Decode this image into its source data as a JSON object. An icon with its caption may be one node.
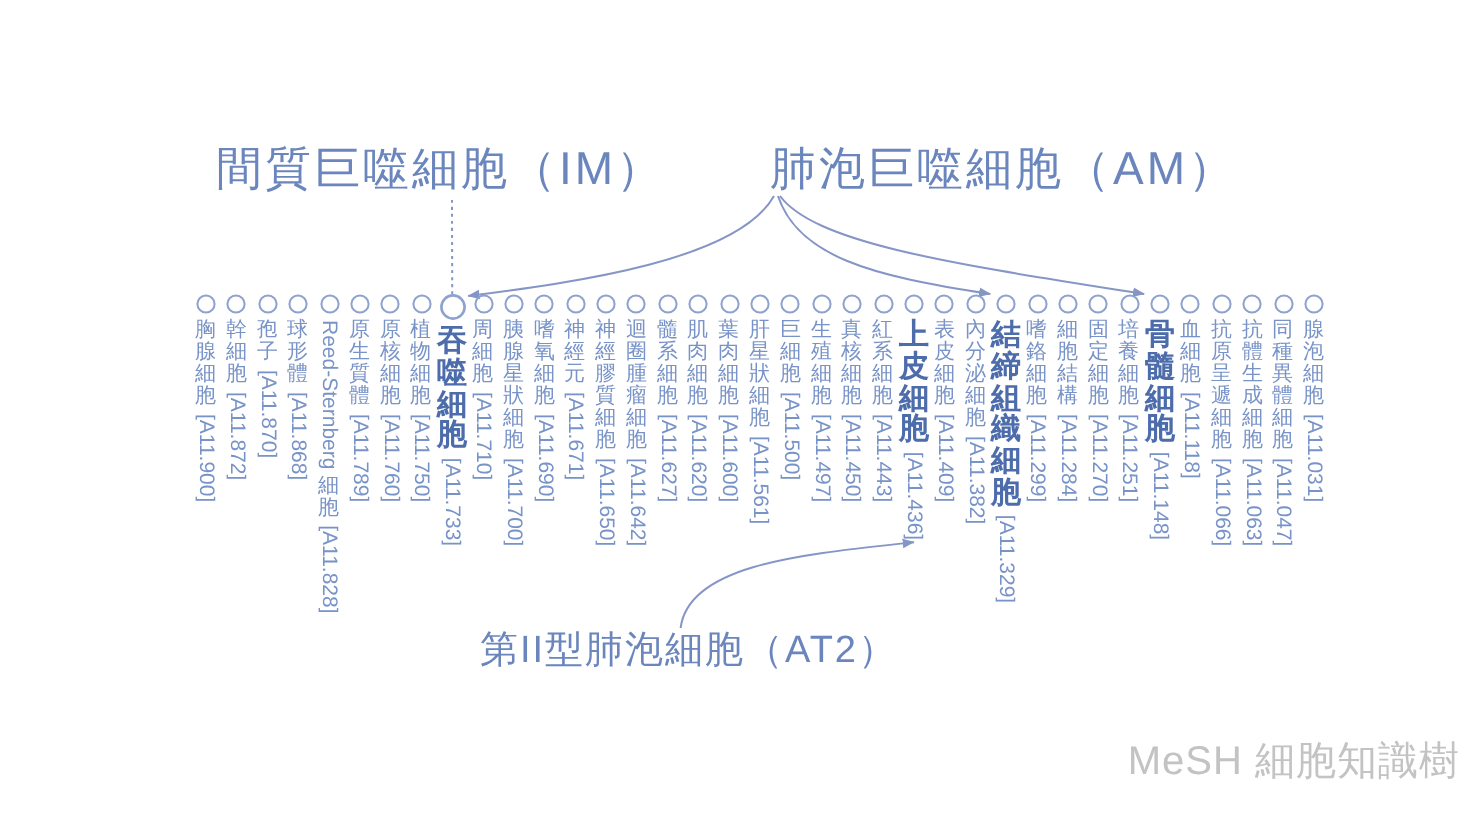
{
  "diagram": {
    "nodes": [
      {
        "text": [
          "間質巨噬細胞（IM）"
        ]
      },
      {
        "text": [
          "肺泡巨噬細胞（AM）"
        ]
      },
      {
        "text": [
          "胸腺細胞 [A11.900]"
        ]
      },
      {
        "text": [
          "幹細胞 [A11.872]"
        ]
      },
      {
        "text": [
          "孢子 [A11.870]"
        ]
      },
      {
        "text": [
          "球形體 [A11.868]"
        ]
      },
      {
        "text": [
          "Reed-Sternberg 細胞 [A11.828]"
        ]
      },
      {
        "text": [
          "原生質體 [A11.789]"
        ]
      },
      {
        "text": [
          "原核細胞 [A11.760]"
        ]
      },
      {
        "text": [
          "植物細胞 [A11.750]"
        ]
      },
      {
        "text": [
          "**吞噬細胞** [A11.733]"
        ]
      },
      {
        "text": [
          "周細胞 [A11.710]"
        ]
      },
      {
        "text": [
          "胰腺星狀細胞 [A11.700]"
        ]
      },
      {
        "text": [
          "嗜氧細胞 [A11.690]"
        ]
      },
      {
        "text": [
          "神經元 [A11.671]"
        ]
      },
      {
        "text": [
          "神經膠質細胞 [A11.650]"
        ]
      },
      {
        "text": [
          "迴圈腫瘤細胞 [A11.642]"
        ]
      },
      {
        "text": [
          "髓系細胞 [A11.627]"
        ]
      },
      {
        "text": [
          "肌肉細胞 [A11.620]"
        ]
      },
      {
        "text": [
          "葉肉細胞 [A11.600]"
        ]
      },
      {
        "text": [
          "肝星狀細胞 [A11.561]"
        ]
      },
      {
        "text": [
          "巨細胞 [A11.500]"
        ]
      },
      {
        "text": [
          "生殖細胞 [A11.497]"
        ]
      },
      {
        "text": [
          "真核細胞 [A11.450]"
        ]
      },
      {
        "text": [
          "紅系細胞 [A11.443]"
        ]
      },
      {
        "text": [
          "**上皮細胞** [A11.436]"
        ]
      },
      {
        "text": [
          "表皮細胞 [A11.409]"
        ]
      },
      {
        "text": [
          "內分泌細胞 [A11.382]"
        ]
      },
      {
        "text": [
          "**結締組織細胞** [A11.329]"
        ]
      },
      {
        "text": [
          "嗜鉻細胞 [A11.299]"
        ]
      },
      {
        "text": [
          "細胞結構 [A11.284]"
        ]
      },
      {
        "text": [
          "固定細胞 [A11.270]"
        ]
      },
      {
        "text": [
          "培養細胞 [A11.251]"
        ]
      },
      {
        "text": [
          "**骨髓細胞** [A11.148]"
        ]
      },
      {
        "text": [
          "血細胞 [A11.118]"
        ]
      },
      {
        "text": [
          "抗原呈遞細胞 [A11.066]"
        ]
      },
      {
        "text": [
          "抗體生成細胞 [A11.063]"
        ]
      },
      {
        "text": [
          "同種異體細胞 [A11.047]"
        ]
      },
      {
        "text": [
          "腺泡細胞 [A11.031]"
        ]
      },
      {
        "text": [
          "第II型肺泡細胞（AT2）"
        ]
      }
    ],
    "edges": [
      {
        "from": 1,
        "to": 10,
        "arrow": "to"
      },
      {
        "from": 1,
        "to": 28,
        "arrow": "to"
      },
      {
        "from": 1,
        "to": 33,
        "arrow": "to"
      },
      {
        "from": 0,
        "to": 10,
        "arrow": "none",
        "style": "dashed"
      },
      {
        "from": 39,
        "to": 25,
        "arrow": "to"
      }
    ],
    "labels": [
      "MeSH 細胞知識樹"
    ]
  }
}
